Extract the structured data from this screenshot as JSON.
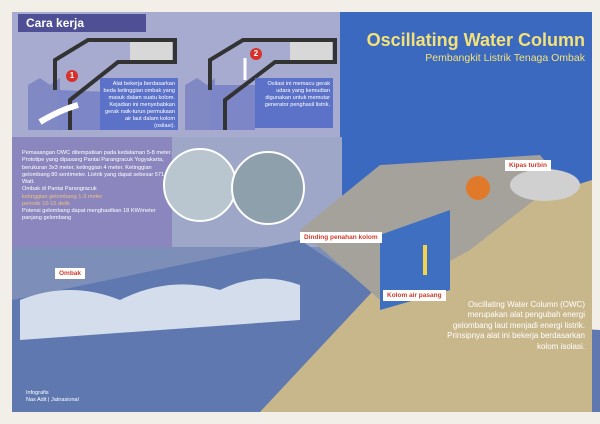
{
  "section_header": "Cara kerja",
  "steps": [
    {
      "number": "1",
      "text": "Alat bekerja berdasarkan beda ketinggian ombak yang masuk dalam suatu kolom. Kejadian ini menyebabkan gerak naik-turun permukaan air laut dalam kolom (osilasi)."
    },
    {
      "number": "2",
      "text": "Osilasi ini memacu gerak udara yang kemudian digunakan untuk memutar generator penghasil listrik."
    }
  ],
  "title": "Oscillating Water Column",
  "subtitle": "Pembangkit Listrik Tenaga Ombak",
  "info": {
    "p1": "Pemasangan OWC ditempatkan pada kedalaman 5-8 meter. Prototipe yang dipasang Pantai Parangracuk Yogyakarta, berukuran 3x3 meter, ketinggian 4 meter. Ketinggian gelombang 80 sentimeter. Listrik yang dapat sebesar 571 Watt.",
    "p2": "Ombak di Pantai Parangracuk",
    "b1": "ketinggian gelombang 1-3 meter",
    "b2": "periode 10-15 detik",
    "p3": "Potensi gelombang dapat menghasilkan 18 KW/meter panjang gelombang"
  },
  "labels": {
    "turbine": "Kipas turbin",
    "wall": "Dinding penahan kolom",
    "wave": "Ombak",
    "column": "Kolom air pasang"
  },
  "description": "Oscillating Water Column (OWC) merupakan alat pengubah energi gelombang laut menjadi energi listrik. Prinsipnya alat ini bekerja berdasarkan kolom isolasi.",
  "credit": {
    "line1": "Infografis",
    "line2": "Nas Adit | Jatnasional"
  }
}
